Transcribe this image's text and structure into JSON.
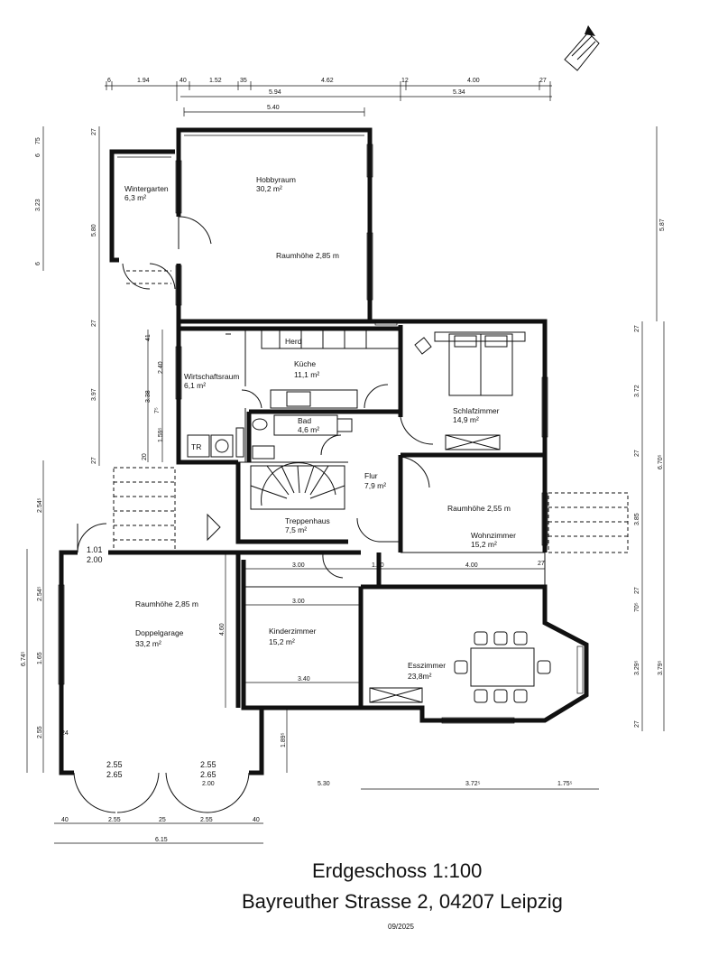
{
  "title": {
    "line1": "Erdgeschoss 1:100",
    "line2": "Bayreuther Strasse 2, 04207 Leipzig",
    "date": "09/2025"
  },
  "rooms": {
    "wintergarten": {
      "name": "Wintergarten",
      "area": "6,3 m²"
    },
    "hobbyraum": {
      "name": "Hobbyraum",
      "area": "30,2 m²",
      "height": "Raumhöhe 2,85 m"
    },
    "kueche": {
      "name": "Küche",
      "area": "11,1 m²",
      "herd": "Herd"
    },
    "wirtschaftsraum": {
      "name": "Wirtschaftsraum",
      "area": "6,1 m²",
      "tr": "TR"
    },
    "bad": {
      "name": "Bad",
      "area": "4,6 m²"
    },
    "schlafzimmer": {
      "name": "Schlafzimmer",
      "area": "14,9 m²"
    },
    "flur": {
      "name": "Flur",
      "area": "7,9 m²"
    },
    "treppenhaus": {
      "name": "Treppenhaus",
      "area": "7,5 m²"
    },
    "wohnzimmer": {
      "name": "Wohnzimmer",
      "area": "15,2 m²",
      "height": "Raumhöhe 2,55 m"
    },
    "doppelgarage": {
      "name": "Doppelgarage",
      "area": "33,2 m²",
      "height": "Raumhöhe 2,85 m"
    },
    "kinderzimmer": {
      "name": "Kinderzimmer",
      "area": "15,2 m²"
    },
    "esszimmer": {
      "name": "Esszimmer",
      "area": "23,8m²"
    }
  },
  "dims": {
    "top1": [
      "6",
      "1.94",
      "40",
      "1.52",
      "35",
      "4.62",
      "12",
      "4.00",
      "27"
    ],
    "top2": [
      "5.94",
      "5.34"
    ],
    "top3": "5.40",
    "left_top": [
      "75",
      "6",
      "3.23",
      "6",
      "27",
      "5.80",
      "27",
      "41",
      "2.40",
      "7⁵",
      "3.38",
      "1.59⁵",
      "3.97",
      "20",
      "27"
    ],
    "left_bottom": [
      "2.54⁵",
      "2.54⁵",
      "1.65",
      "6.74⁵",
      "2.55",
      "24"
    ],
    "right": [
      "5.87",
      "27",
      "3.72",
      "27",
      "6.70⁵",
      "3.85",
      "27",
      "70⁵",
      "3.29⁵",
      "3.79⁵",
      "27"
    ],
    "inner": [
      "1.01",
      "2.00",
      "3.00",
      "1.50",
      "4.00",
      "27",
      "3.00",
      "4.60",
      "3.40",
      "1.89⁵"
    ],
    "garage": [
      "2.55",
      "2.65",
      "2.55",
      "2.65",
      "2.00"
    ],
    "bottom1": [
      "5.30",
      "3.72⁵",
      "1.75⁵"
    ],
    "bottom2": [
      "40",
      "2.55",
      "25",
      "2.55",
      "40"
    ],
    "bottom3": "6.15"
  }
}
